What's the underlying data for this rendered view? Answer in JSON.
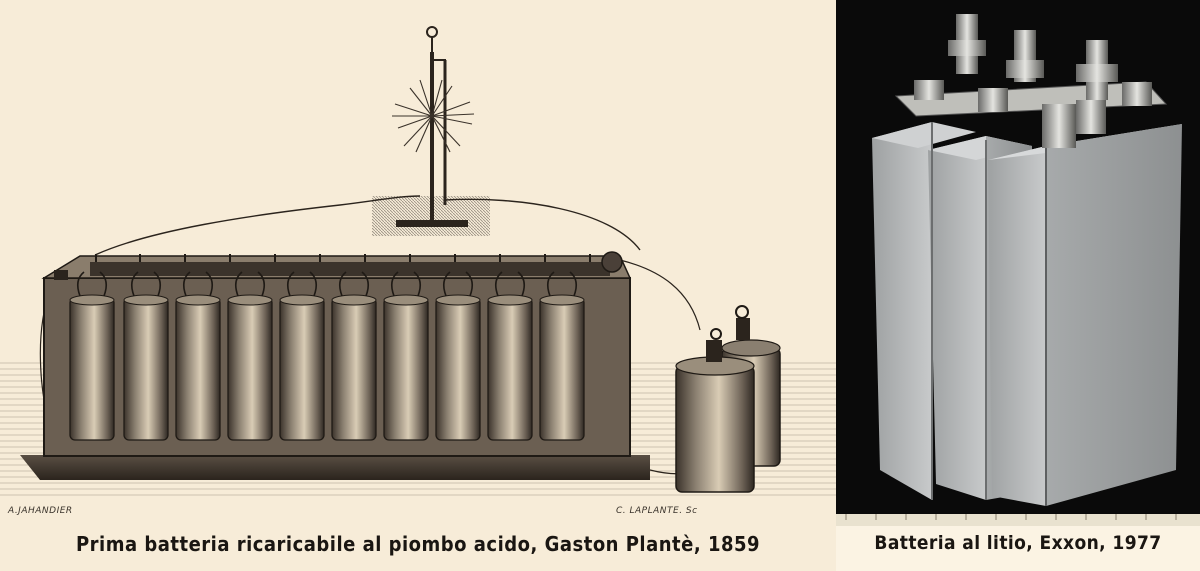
{
  "left": {
    "caption": "Prima batteria ricaricabile al piombo acido, Gaston Plantè, 1859",
    "engraver_left": "A.JAHANDIER",
    "engraver_right": "C. LAPLANTE. Sc",
    "subject": "engraving-plante-lead-acid-battery"
  },
  "right": {
    "caption": "Batteria al litio, Exxon, 1977",
    "subject": "photo-exxon-lithium-battery"
  },
  "colors": {
    "paper": "#f7ecd8",
    "ink": "#1a1612",
    "photo_background": "#0a0a0a",
    "metal_gray": "#b9bcbd"
  }
}
